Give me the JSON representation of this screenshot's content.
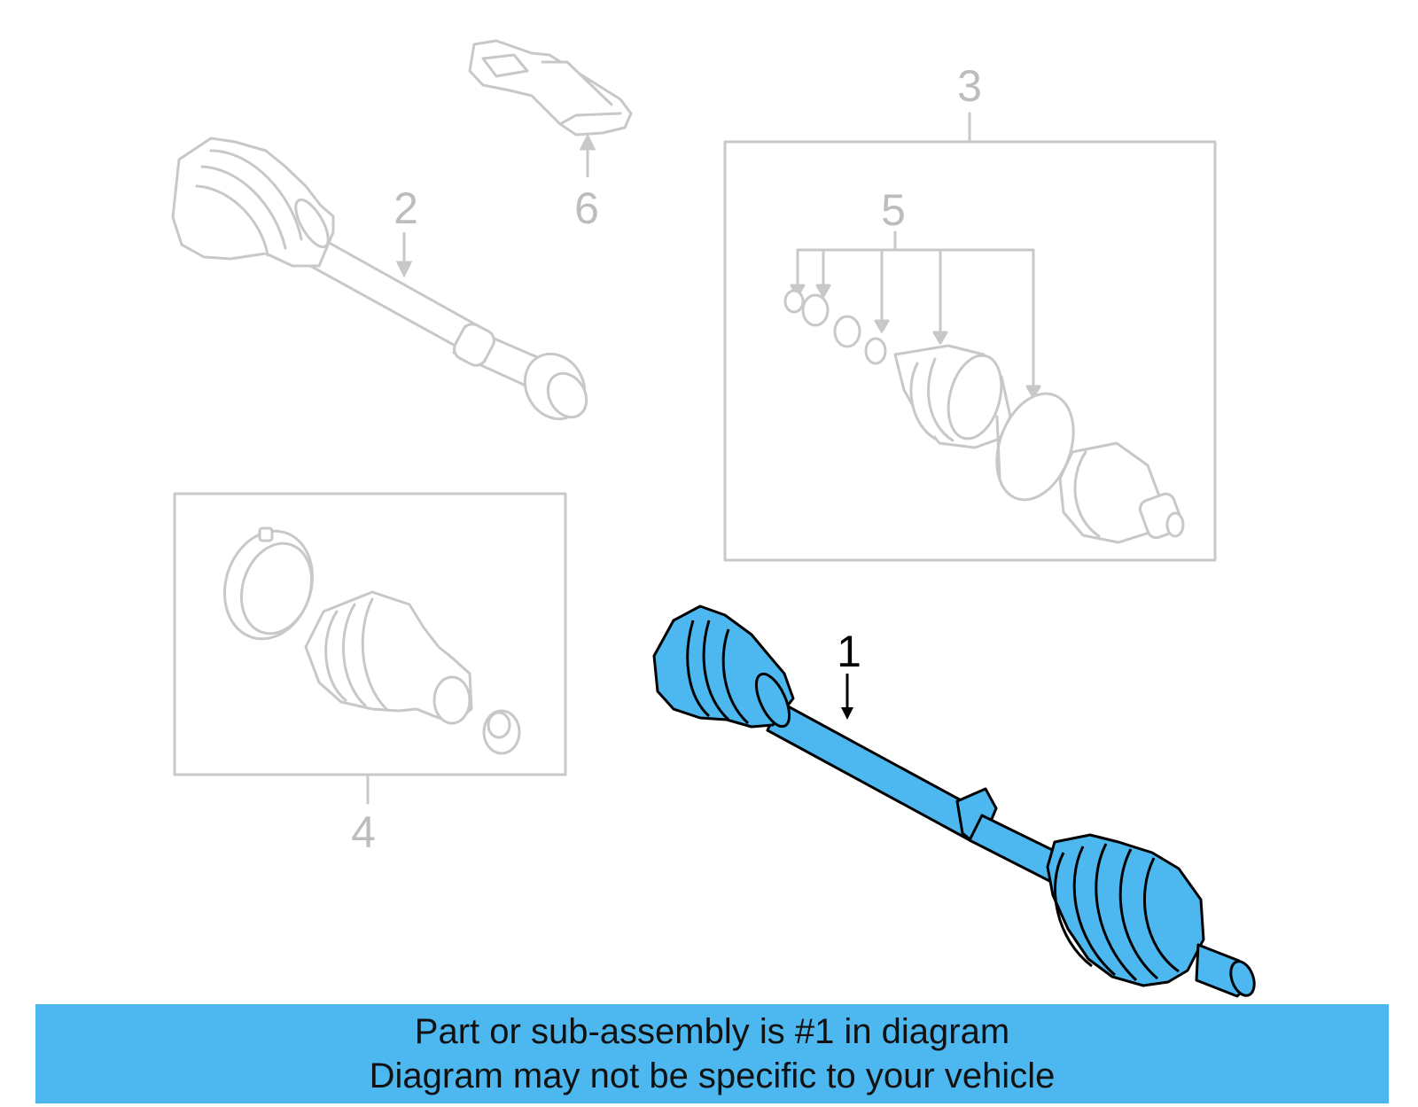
{
  "callouts": {
    "c1": "1",
    "c2": "2",
    "c3": "3",
    "c4": "4",
    "c5": "5",
    "c6": "6"
  },
  "banner": {
    "line1": "Part or sub-assembly is #1 in diagram",
    "line2": "Diagram may not be specific to your vehicle"
  },
  "colors": {
    "highlight": "#4db8f0",
    "ghost_line": "#c8c8c8",
    "ghost_text": "#bdbdbd",
    "outline": "#000000"
  }
}
